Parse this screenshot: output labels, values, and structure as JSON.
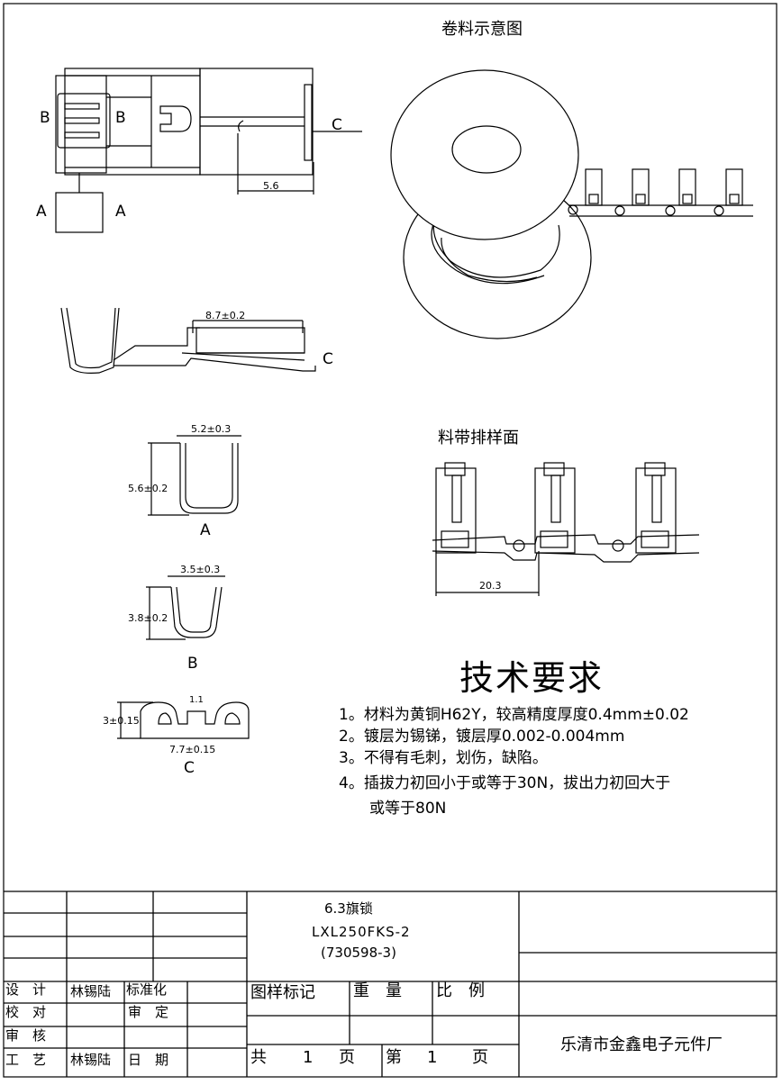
{
  "drawing": {
    "reel_title": "卷料示意图",
    "strip_title": "料带排样面",
    "top_view": {
      "label_a_left": "A",
      "label_a_right": "A",
      "label_b_left": "B",
      "label_b_right": "B",
      "label_c": "C",
      "dim": "5.6"
    },
    "side_view": {
      "label_c": "C",
      "dim": "8.7±0.2"
    },
    "section_a": {
      "name": "A",
      "width": "5.2±0.3",
      "height": "5.6±0.2"
    },
    "section_b": {
      "name": "B",
      "width": "3.5±0.3",
      "height": "3.8±0.2"
    },
    "section_c": {
      "name": "C",
      "width": "7.7±0.15",
      "height": "3±0.15",
      "tab": "1.1"
    },
    "strip": {
      "pitch": "20.3"
    }
  },
  "requirements": {
    "heading": "技术要求",
    "items": [
      "1。材料为黄铜H62Y，较高精度厚度0.4mm±0.02",
      "2。镀层为锡锑，镀层厚0.002-0.004mm",
      "3。不得有毛刺，划伤，缺陷。",
      "4。插拔力初回小于或等于30N，拔出力初回大于",
      "或等于80N"
    ]
  },
  "title_block": {
    "part_name": "6.3旗锁",
    "part_no": "LXL250FKS-2",
    "ref_no": "(730598-3)",
    "design": "设　计",
    "designer": "林锡陆",
    "standard": "标准化",
    "check": "校　对",
    "approve": "审　定",
    "review": "审　核",
    "process": "工　艺",
    "process_name": "林锡陆",
    "date": "日　期",
    "mark": "图样标记",
    "weight": "重　量",
    "scale": "比　例",
    "total": "共",
    "total_n": "1",
    "page": "页",
    "sheet": "第",
    "sheet_n": "1",
    "sheet_page": "页",
    "company": "乐清市金鑫电子元件厂"
  }
}
